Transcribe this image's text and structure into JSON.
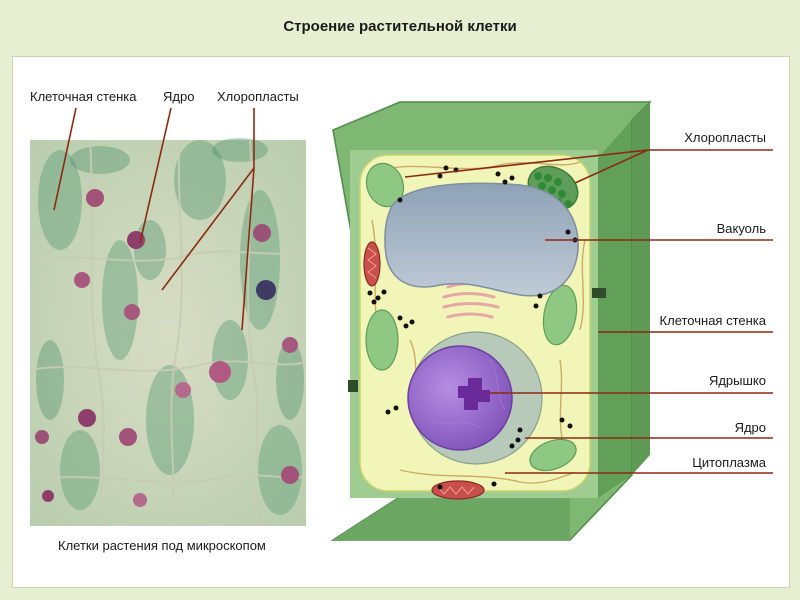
{
  "title": "Строение растительной клетки",
  "micro": {
    "caption": "Клетки растения под микроскопом",
    "labels": {
      "wall": "Клеточная стенка",
      "nucleus": "Ядро",
      "chloroplasts": "Хлоропласты"
    }
  },
  "cell": {
    "labels": {
      "chloroplasts": "Хлоропласты",
      "vacuole": "Вакуоль",
      "wall": "Клеточная стенка",
      "nucleolus": "Ядрышко",
      "nucleus": "Ядро",
      "cytoplasm": "Цитоплазма"
    }
  },
  "colors": {
    "background": "#e6efd2",
    "wall": "#7bb56e",
    "cytoplasm": "#f1f4b8",
    "vacuole": "#a7b7c7",
    "nucleus": "#9b6bd0",
    "pointer": "#8b2a10"
  }
}
